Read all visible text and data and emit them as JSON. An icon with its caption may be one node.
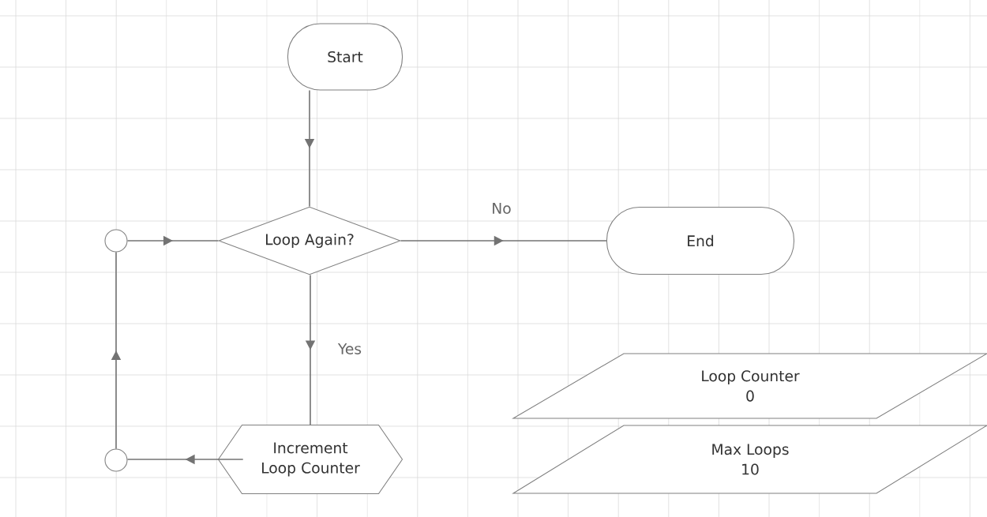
{
  "diagram": {
    "nodes": [
      {
        "text": [
          "Start"
        ]
      },
      {
        "text": [
          "Loop Again?"
        ]
      },
      {
        "text": [
          "End"
        ]
      },
      {
        "text": [
          "Increment Loop Counter"
        ]
      },
      {
        "text": [],
        "shape": "circle"
      },
      {
        "text": [],
        "shape": "circle"
      },
      {
        "text": [
          "Loop Counter",
          "0"
        ]
      },
      {
        "text": [
          "Max Loops",
          "10"
        ]
      }
    ],
    "edges": [
      {
        "from": 0,
        "to": 1,
        "arrow": "to"
      },
      {
        "from": 1,
        "to": 2,
        "arrow": "to",
        "label": "No"
      },
      {
        "from": 1,
        "to": 3,
        "arrow": "to",
        "label": "Yes"
      },
      {
        "from": 3,
        "to": 5,
        "arrow": "to"
      },
      {
        "from": 5,
        "to": 4,
        "arrow": "to"
      },
      {
        "from": 4,
        "to": 1,
        "arrow": "to"
      }
    ]
  }
}
